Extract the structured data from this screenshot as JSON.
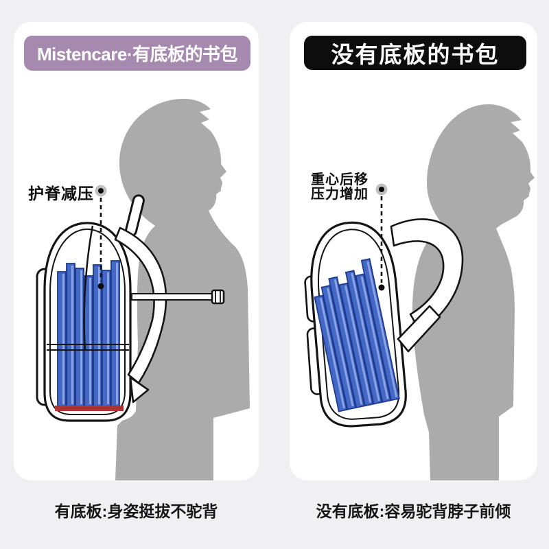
{
  "page": {
    "background_color": "#f0eff2",
    "panel_color": "#ffffff"
  },
  "left_section": {
    "badge": {
      "label": "Mistencare·有底板的书包",
      "background_color": "#a689ae",
      "text_color": "#ffffff"
    },
    "annotation": {
      "label": "护脊减压"
    },
    "caption": "有底板:身姿挺拔不驼背",
    "illustration": {
      "figure": "upright-child-silhouette",
      "silhouette_color": "#ababab",
      "backpack": {
        "has_bottom_board": true,
        "board_color": "#b23232",
        "books_orientation": "upright",
        "book_color": "#4468c6",
        "book_stripe_color": "#8ba3e2",
        "book_outline_color": "#1d3b90"
      }
    }
  },
  "right_section": {
    "badge": {
      "label": "没有底板的书包",
      "background_color": "#0d0d0d",
      "text_color": "#ffffff"
    },
    "annotation": {
      "line1": "重心后移",
      "line2": "压力增加"
    },
    "caption": "没有底板:容易驼背脖子前倾",
    "illustration": {
      "figure": "hunched-child-silhouette",
      "silhouette_color": "#ababab",
      "backpack": {
        "has_bottom_board": false,
        "books_orientation": "tilted",
        "book_color": "#4468c6",
        "book_stripe_color": "#8ba3e2",
        "book_outline_color": "#1d3b90"
      }
    }
  }
}
